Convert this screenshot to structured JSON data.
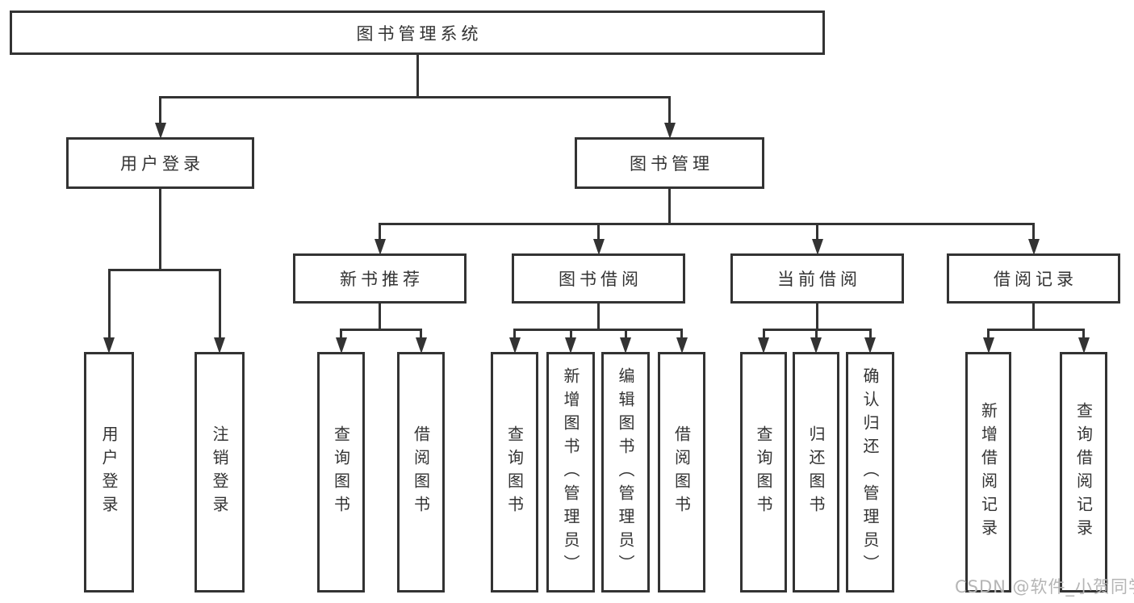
{
  "diagram_title": "图书管理系统",
  "colors": {
    "line": "#333333",
    "text": "#333333",
    "background": "#ffffff",
    "watermark": "#b5b5b5"
  },
  "watermark": {
    "text": "CSDN @软件_小贺同学"
  },
  "nodes": [
    {
      "id": "library-management-system",
      "label": "图书管理系统",
      "level": 1,
      "parent": null
    },
    {
      "id": "user-login",
      "label": "用户登录",
      "level": 2,
      "parent": "library-management-system"
    },
    {
      "id": "book-management",
      "label": "图书管理",
      "level": 2,
      "parent": "library-management-system"
    },
    {
      "id": "new-book-recommendation",
      "label": "新书推荐",
      "level": 3,
      "parent": "book-management"
    },
    {
      "id": "book-borrowing",
      "label": "图书借阅",
      "level": 3,
      "parent": "book-management"
    },
    {
      "id": "current-borrowing",
      "label": "当前借阅",
      "level": 3,
      "parent": "book-management"
    },
    {
      "id": "borrowing-records",
      "label": "借阅记录",
      "level": 3,
      "parent": "book-management"
    },
    {
      "id": "user-login-action",
      "label": "用户登录",
      "level": 4,
      "parent": "user-login"
    },
    {
      "id": "logout-action",
      "label": "注销登录",
      "level": 4,
      "parent": "user-login"
    },
    {
      "id": "query-books-rec",
      "label": "查询图书",
      "level": 4,
      "parent": "new-book-recommendation"
    },
    {
      "id": "borrow-books-rec",
      "label": "借阅图书",
      "level": 4,
      "parent": "new-book-recommendation"
    },
    {
      "id": "query-books-borrow",
      "label": "查询图书",
      "level": 4,
      "parent": "book-borrowing"
    },
    {
      "id": "add-book-admin",
      "label": "新增图书（管理员）",
      "level": 4,
      "parent": "book-borrowing"
    },
    {
      "id": "edit-book-admin",
      "label": "编辑图书（管理员）",
      "level": 4,
      "parent": "book-borrowing"
    },
    {
      "id": "borrow-books-borrow",
      "label": "借阅图书",
      "level": 4,
      "parent": "book-borrowing"
    },
    {
      "id": "query-books-current",
      "label": "查询图书",
      "level": 4,
      "parent": "current-borrowing"
    },
    {
      "id": "return-book",
      "label": "归还图书",
      "level": 4,
      "parent": "current-borrowing"
    },
    {
      "id": "confirm-return-admin",
      "label": "确认归还（管理员）",
      "level": 4,
      "parent": "current-borrowing"
    },
    {
      "id": "add-borrow-record",
      "label": "新增借阅记录",
      "level": 4,
      "parent": "borrowing-records"
    },
    {
      "id": "query-borrow-record",
      "label": "查询借阅记录",
      "level": 4,
      "parent": "borrowing-records"
    }
  ]
}
